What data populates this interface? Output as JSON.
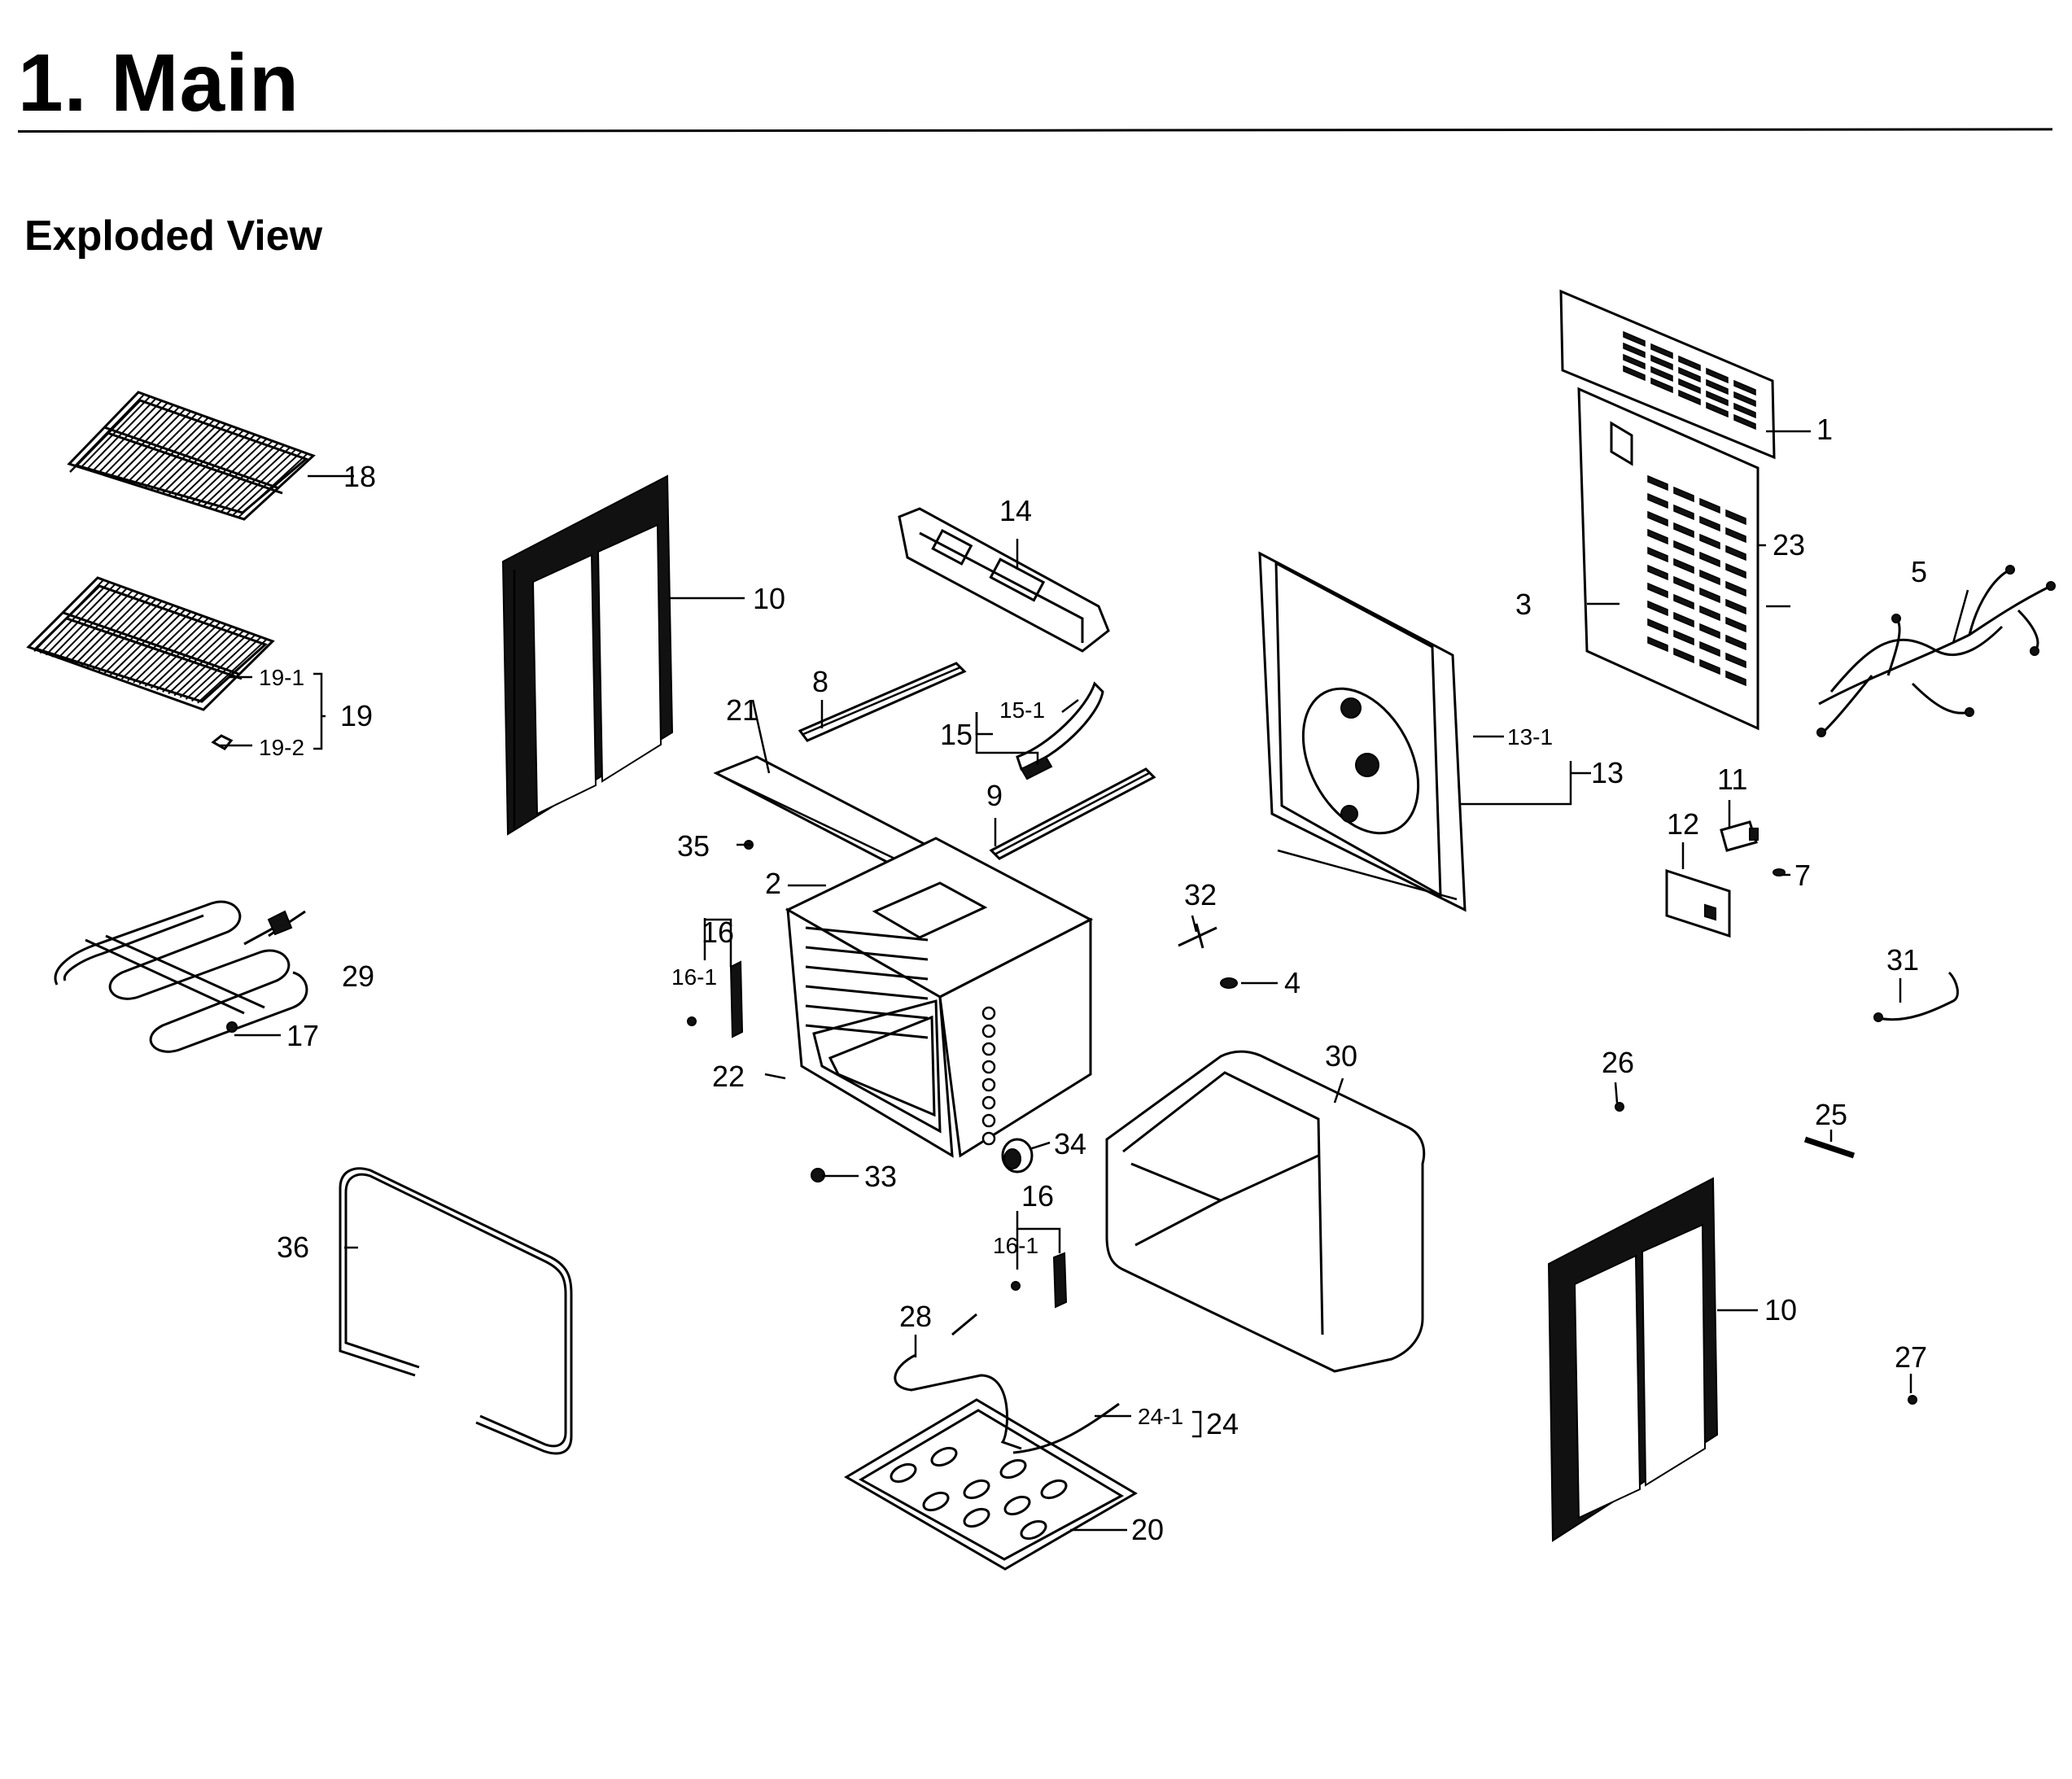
{
  "title": "1.  Main",
  "subtitle": "Exploded View",
  "callouts": {
    "p1": "1",
    "p2": "2",
    "p3": "3",
    "p4": "4",
    "p5": "5",
    "p7": "7",
    "p8": "8",
    "p9": "9",
    "p10a": "10",
    "p10b": "10",
    "p11": "11",
    "p12": "12",
    "p13": "13",
    "p13_1": "13-1",
    "p14": "14",
    "p15": "15",
    "p15_1": "15-1",
    "p16a": "16",
    "p16_1a": "16-1",
    "p16b": "16",
    "p16_1b": "16-1",
    "p17": "17",
    "p18": "18",
    "p19": "19",
    "p19_1": "19-1",
    "p19_2": "19-2",
    "p20": "20",
    "p21": "21",
    "p22": "22",
    "p23": "23",
    "p24": "24",
    "p24_1": "24-1",
    "p25": "25",
    "p26": "26",
    "p27": "27",
    "p28": "28",
    "p29": "29",
    "p30": "30",
    "p31": "31",
    "p32": "32",
    "p33": "33",
    "p34": "34",
    "p35": "35",
    "p36": "36"
  }
}
